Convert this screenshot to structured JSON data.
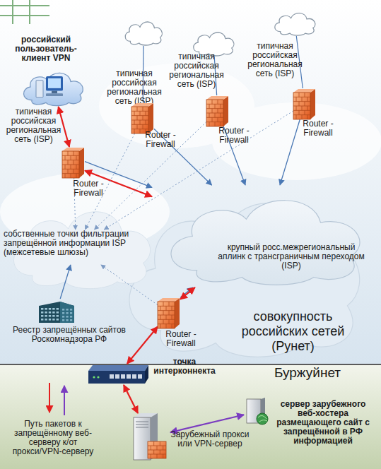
{
  "diagram": {
    "nodes": [
      {
        "text": [
          "российский пользователь-клиент VPN",
          "типичная российская региональная сеть (ISP)"
        ]
      },
      {
        "text": [
          "Router - Firewall"
        ]
      },
      {
        "text": [
          "типичная российская региональная сеть (ISP)"
        ]
      },
      {
        "text": [
          "Router - Firewall"
        ]
      },
      {
        "text": [
          "типичная российская региональная сеть (ISP)"
        ]
      },
      {
        "text": [
          "Router - Firewall"
        ]
      },
      {
        "text": [
          "типичная российская региональная сеть (ISP)"
        ]
      },
      {
        "text": [
          "Router - Firewall"
        ]
      },
      {
        "text": [
          "крупный росс.межрегиональный аплинк с трансграничным переходом (ISP)"
        ]
      },
      {
        "text": [
          "собственные точки фильтрации запрещённой информации ISP (межсетевые шлюзы)"
        ]
      },
      {
        "text": [
          "Реестр запрещённых сайтов Роскомнадзора РФ"
        ]
      },
      {
        "text": [
          "Router - Firewall"
        ]
      },
      {
        "text": [
          "точка интерконнекта"
        ]
      },
      {
        "text": [
          "Зарубежный прокси или VPN-сервер"
        ]
      },
      {
        "text": [
          "сервер зарубежного веб-хостера размещающего сайт с запрещённой в РФ информацией"
        ]
      }
    ],
    "edges": [
      {
        "from": 0,
        "to": 1,
        "arrow": "both"
      },
      {
        "from": 1,
        "to": 8,
        "arrow": "to"
      },
      {
        "from": 1,
        "to": 8,
        "arrow": "both"
      },
      {
        "from": 2,
        "to": 3,
        "arrow": "none"
      },
      {
        "from": 3,
        "to": 8,
        "arrow": "to"
      },
      {
        "from": 4,
        "to": 5,
        "arrow": "none"
      },
      {
        "from": 5,
        "to": 8,
        "arrow": "to"
      },
      {
        "from": 6,
        "to": 7,
        "arrow": "none"
      },
      {
        "from": 7,
        "to": 8,
        "arrow": "to"
      },
      {
        "from": 11,
        "to": 8,
        "arrow": "to"
      },
      {
        "from": 8,
        "to": 11,
        "arrow": "both"
      },
      {
        "from": 11,
        "to": 12,
        "arrow": "both"
      },
      {
        "from": 12,
        "to": 13,
        "arrow": "both"
      },
      {
        "from": 13,
        "to": 14,
        "arrow": "both"
      },
      {
        "from": 10,
        "to": 9,
        "arrow": "to"
      },
      {
        "from": 1,
        "to": 9,
        "arrow": "to"
      },
      {
        "from": 3,
        "to": 9,
        "arrow": "to"
      },
      {
        "from": 5,
        "to": 9,
        "arrow": "to"
      },
      {
        "from": 7,
        "to": 9,
        "arrow": "to"
      },
      {
        "from": 11,
        "to": 9,
        "arrow": "to"
      }
    ],
    "labels": [
      "совокупность российских сетей (Рунет)",
      "Буржуйнет"
    ],
    "legend": [
      {
        "text": "Путь пакетов к запрещённому веб-серверу к/от прокси/VPN-серверу"
      }
    ]
  }
}
